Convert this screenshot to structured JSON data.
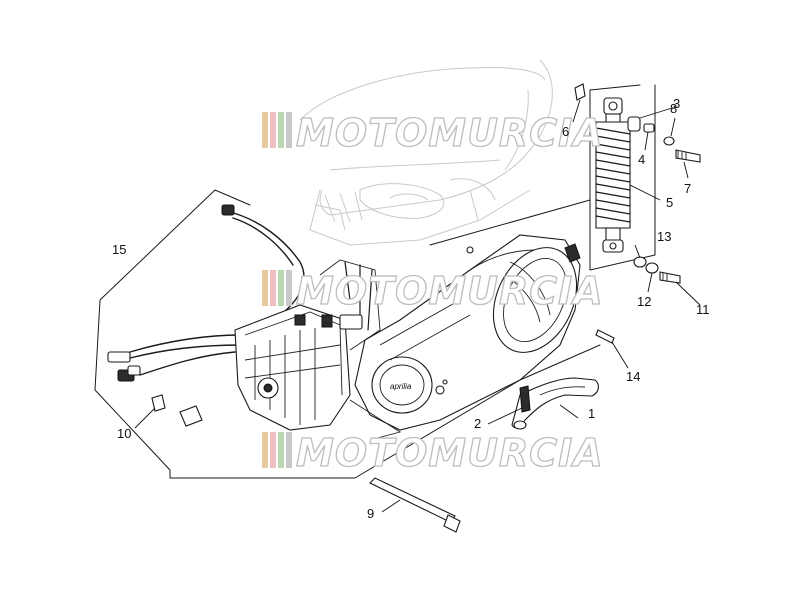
{
  "watermark": {
    "text": "MOTOMURCIA",
    "stripe_colors": [
      "#e8c9a0",
      "#f0c0c0",
      "#b8d8b0",
      "#c8c8c8"
    ]
  },
  "callouts": [
    {
      "id": "1",
      "label": "1"
    },
    {
      "id": "2",
      "label": "2"
    },
    {
      "id": "3",
      "label": "3"
    },
    {
      "id": "4",
      "label": "4"
    },
    {
      "id": "5",
      "label": "5"
    },
    {
      "id": "6",
      "label": "6"
    },
    {
      "id": "7",
      "label": "7"
    },
    {
      "id": "8",
      "label": "8"
    },
    {
      "id": "9",
      "label": "9"
    },
    {
      "id": "10",
      "label": "10"
    },
    {
      "id": "11",
      "label": "11"
    },
    {
      "id": "12",
      "label": "12"
    },
    {
      "id": "13",
      "label": "13"
    },
    {
      "id": "14",
      "label": "14"
    },
    {
      "id": "15",
      "label": "15"
    }
  ],
  "engine_badge": "aprilia"
}
